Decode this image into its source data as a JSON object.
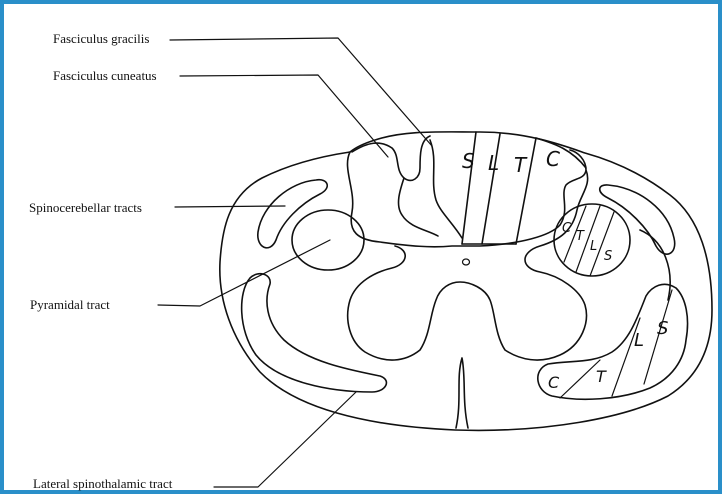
{
  "labels": {
    "fasciculus_gracilis": "Fasciculus gracilis",
    "fasciculus_cuneatus": "Fasciculus cuneatus",
    "spinocerebellar": "Spinocerebellar tracts",
    "pyramidal": "Pyramidal tract",
    "lateral_spinothalamic": "Lateral spinothalamic tract"
  },
  "dorsal_column_segments": [
    "S",
    "L",
    "T",
    "C"
  ],
  "pyramidal_segments": [
    "C",
    "T",
    "L",
    "S"
  ],
  "spinothalamic_segments": [
    "C",
    "T",
    "L",
    "S"
  ],
  "colors": {
    "border": "#2a8fc9",
    "ink": "#111111"
  }
}
